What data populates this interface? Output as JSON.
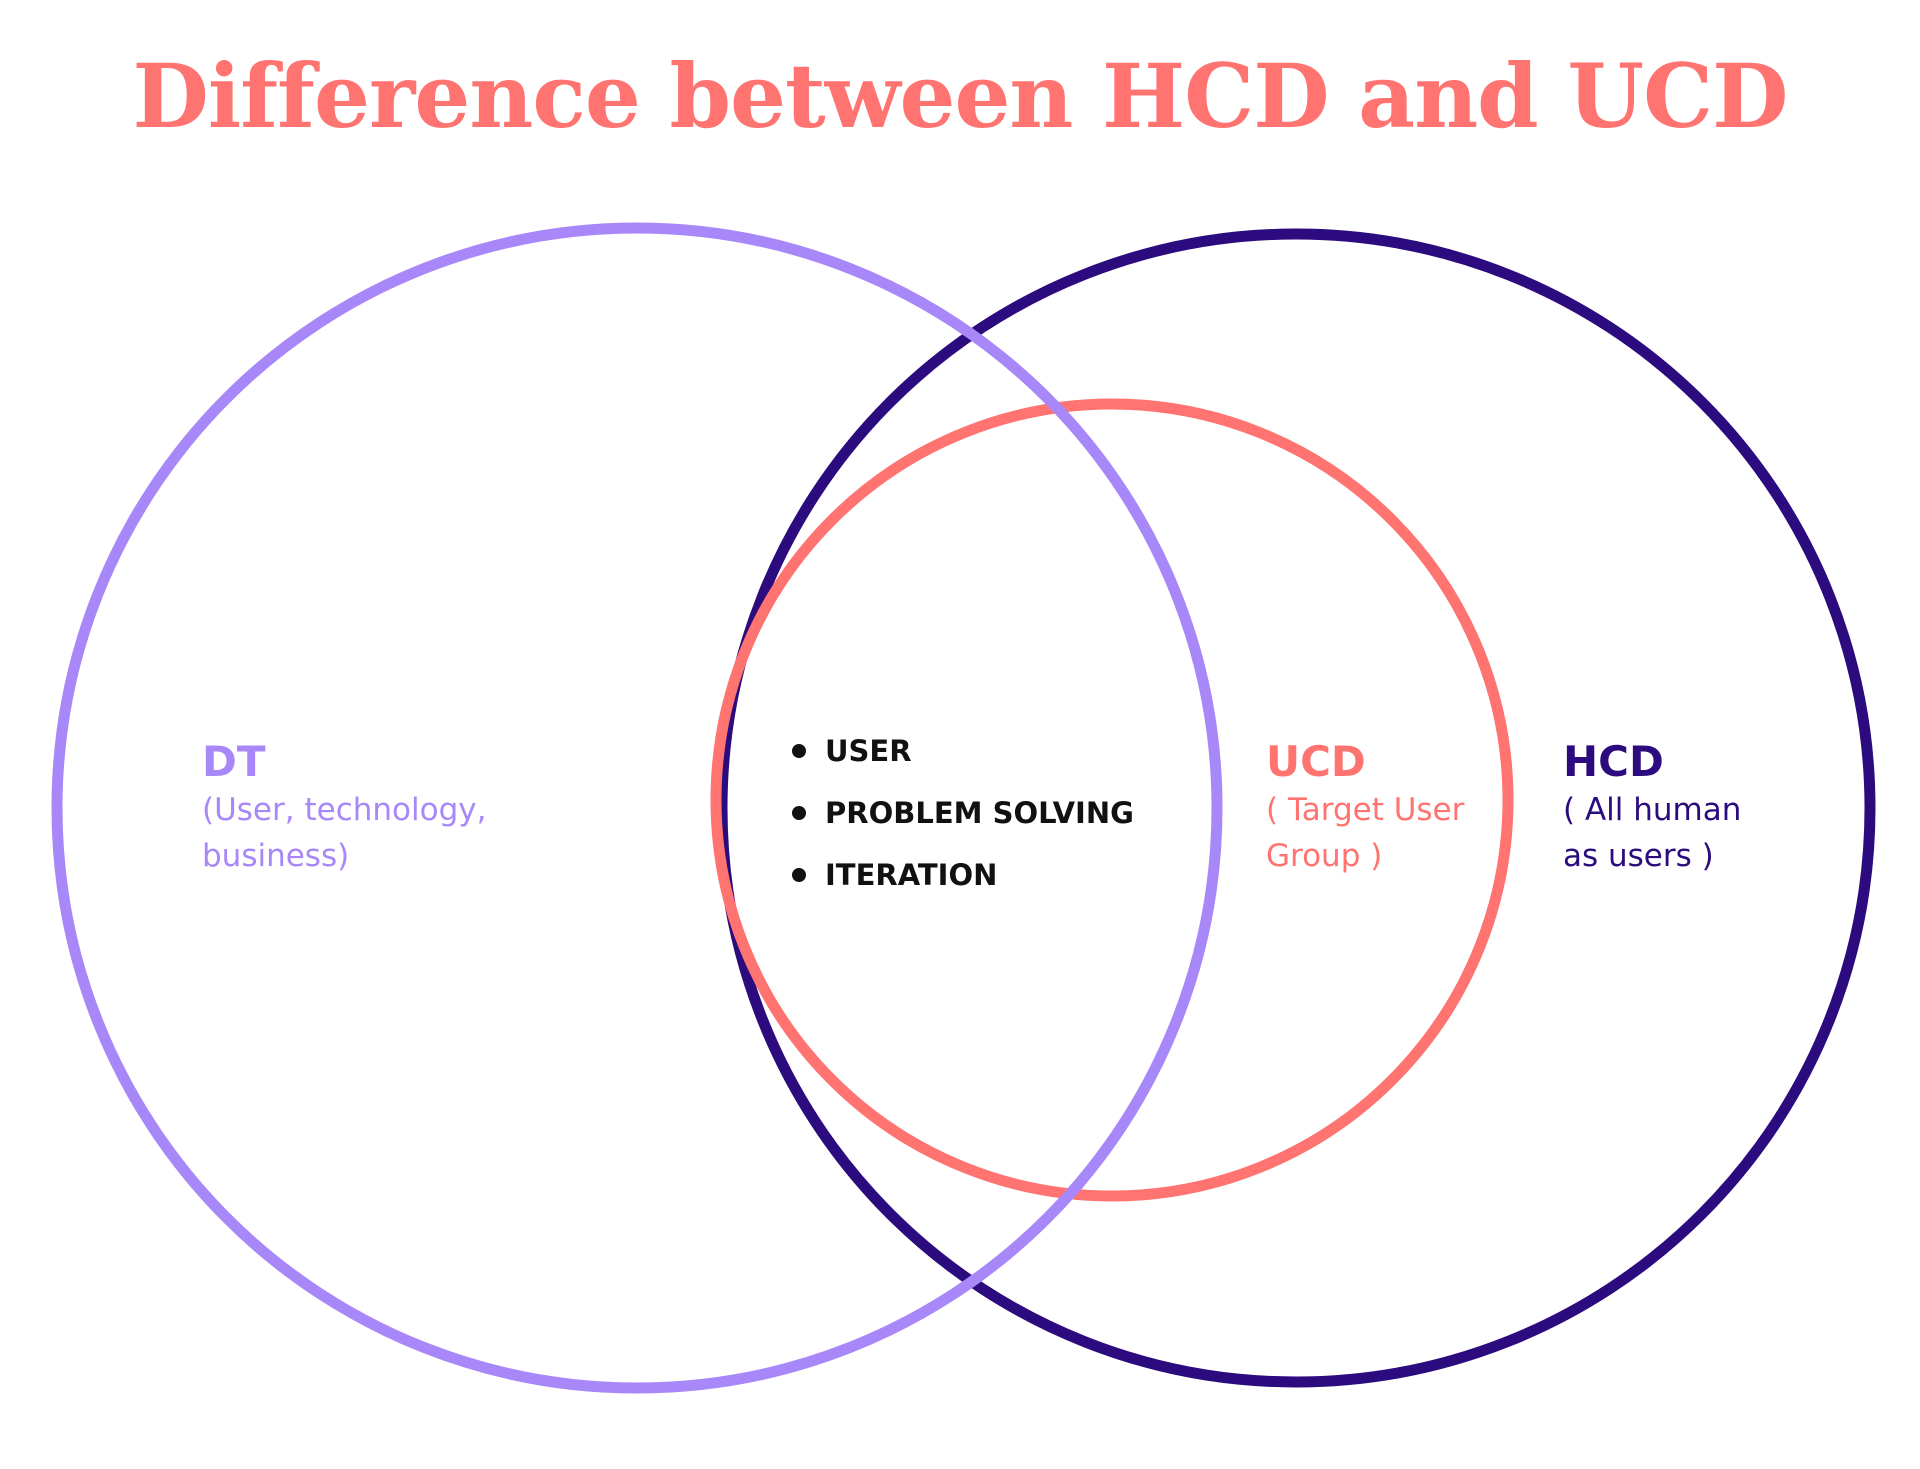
{
  "title": "Difference between HCD and UCD",
  "colors": {
    "title": "#FF7370",
    "dt": "#A887F9",
    "ucd": "#FF7370",
    "hcd": "#2C0B7E",
    "bullet_text": "#111111"
  },
  "circles": {
    "dt": {
      "name": "DT",
      "description": "(User, technology, business)",
      "description_lines": [
        "(User, technology,",
        "business)"
      ]
    },
    "ucd": {
      "name": "UCD",
      "description": "( Target User Group )",
      "description_lines": [
        "( Target User",
        "Group )"
      ]
    },
    "hcd": {
      "name": "HCD",
      "description": "( All human as users )",
      "description_lines": [
        "( All human",
        "as users )"
      ]
    }
  },
  "shared": {
    "items": [
      "USER",
      "PROBLEM SOLVING",
      "ITERATION"
    ]
  }
}
